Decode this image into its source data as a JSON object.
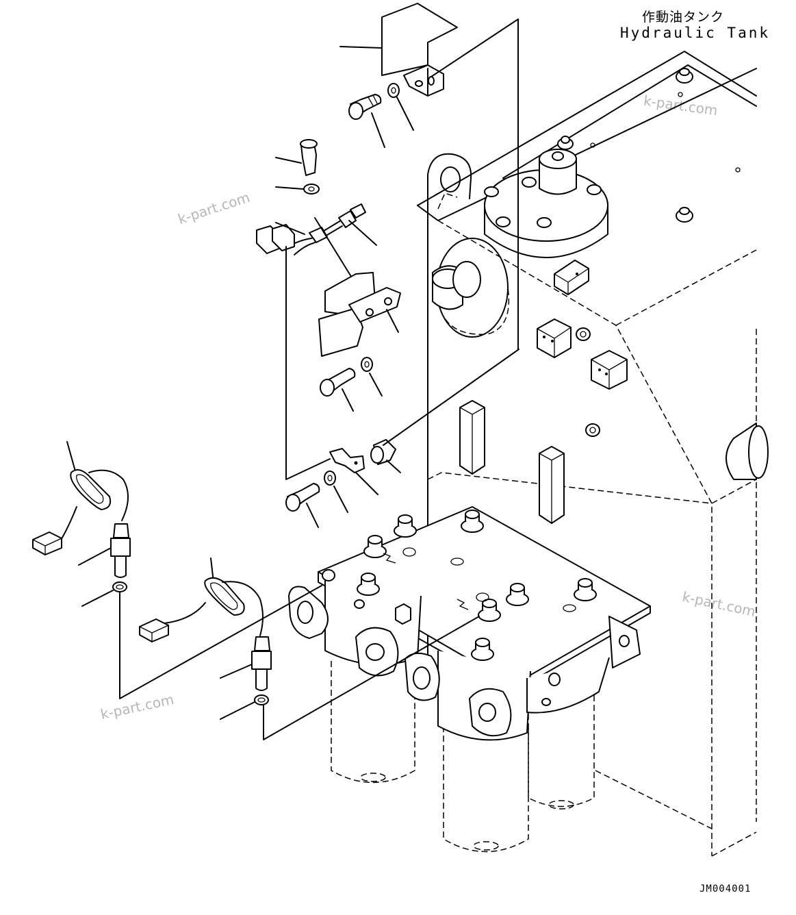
{
  "diagram": {
    "title_jp": "作動油タンク",
    "title_en": "Hydraulic Tank",
    "drawing_code": "JM004001",
    "watermark": "k-part.com"
  }
}
